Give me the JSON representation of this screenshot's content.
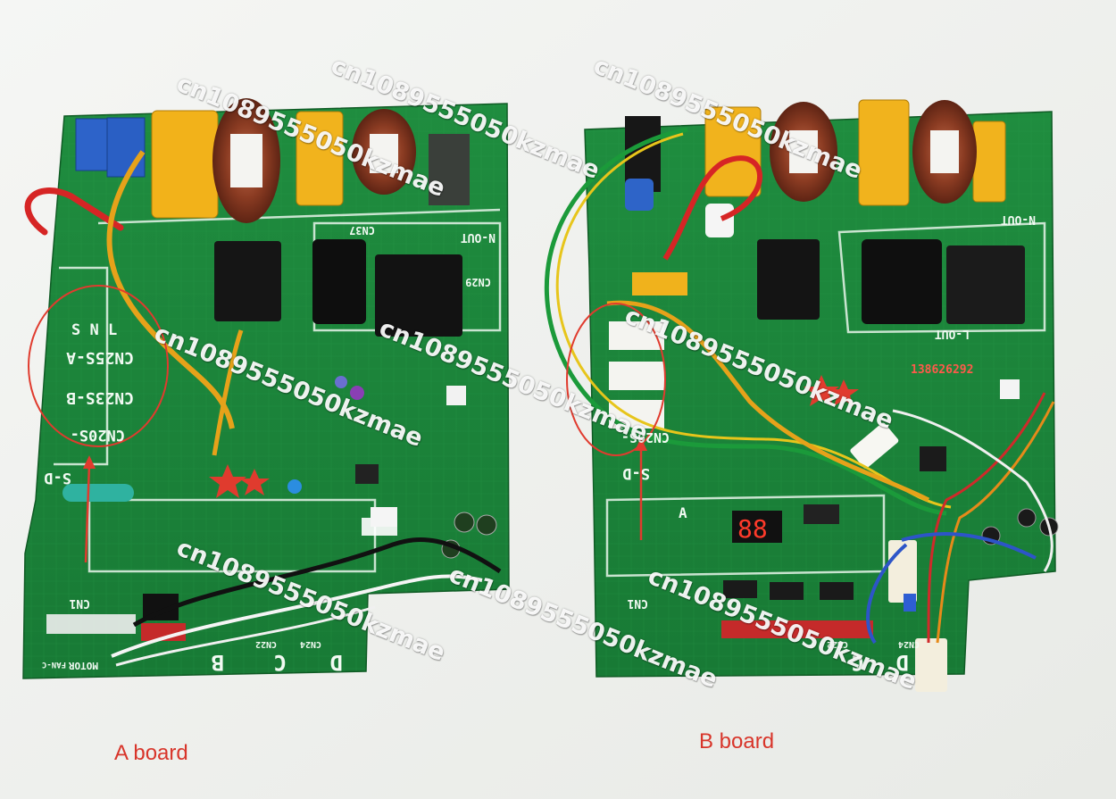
{
  "image": {
    "kind": "photo of two air-conditioner control circuit boards",
    "background_color": "#f2f3f1",
    "board_color": "#1d8a3c"
  },
  "captions": {
    "a_board": "A board",
    "b_board": "B board"
  },
  "watermark": {
    "text": "cn1089555050kzmae"
  },
  "silkscreen": {
    "cn25s_a": "CN25S-A",
    "cn23s_b": "CN23S-B",
    "cn20s": "CN20S-",
    "s_d": "S-D",
    "cn37": "CN37",
    "cn29": "CN29",
    "cn22": "CN22",
    "cn24": "CN24",
    "cn1": "CN1",
    "n_out": "N-OUT",
    "l_out": "L-OUT",
    "snl": "S  N  L",
    "b": "B",
    "c": "C",
    "d": "D",
    "a": "A",
    "display": "88",
    "phone_fragment": "138626292",
    "motor": "MOTOR",
    "fan_c": "FAN-C"
  }
}
